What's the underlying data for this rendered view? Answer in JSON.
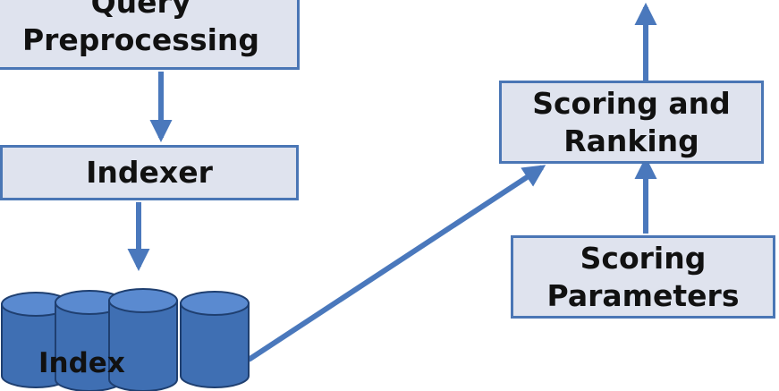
{
  "diagram": {
    "nodes": {
      "query_preprocessing": "Query\nPreprocessing",
      "indexer": "Indexer",
      "scoring_and_ranking": "Scoring and\nRanking",
      "scoring_parameters": "Scoring\nParameters",
      "index": "Index"
    },
    "edges": [
      {
        "from": "Query Preprocessing",
        "to": "Indexer"
      },
      {
        "from": "Indexer",
        "to": "Index"
      },
      {
        "from": "Index",
        "to": "Scoring and Ranking"
      },
      {
        "from": "Scoring Parameters",
        "to": "Scoring and Ranking"
      },
      {
        "from": "Scoring and Ranking",
        "to": "output"
      }
    ],
    "colors": {
      "box_fill": "#dfe3ee",
      "box_border": "#4a76b5",
      "arrow": "#4a78bc",
      "cylinder_fill": "#3f6fb3",
      "cylinder_top": "#5a8ad0",
      "cylinder_stroke": "#1f3f70",
      "text": "#111111"
    }
  }
}
